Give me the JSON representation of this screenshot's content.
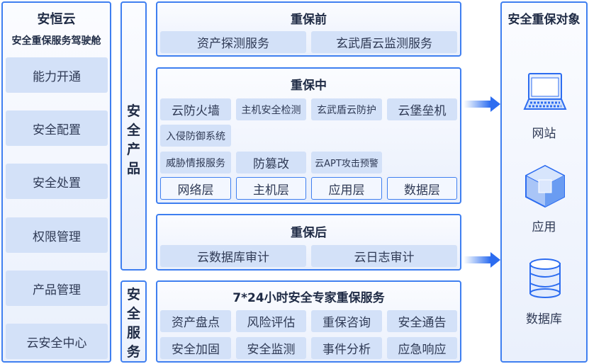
{
  "left": {
    "title": "安恒云",
    "subtitle": "安全重保服务驾驶舱",
    "items": [
      "能力开通",
      "安全配置",
      "安全处置",
      "权限管理",
      "产品管理",
      "云安全中心"
    ]
  },
  "columns": {
    "products": "安全产品",
    "services": "安全服务"
  },
  "before": {
    "title": "重保前",
    "items": [
      "资产探测服务",
      "玄武盾云监测服务"
    ]
  },
  "during": {
    "title": "重保中",
    "items": [
      "云防火墙",
      "主机安全检测",
      "玄武盾云防护",
      "云堡垒机",
      "入侵防御系统",
      "威胁情报服务",
      "防篡改",
      "云APT攻击预警"
    ],
    "layers": [
      "网络层",
      "主机层",
      "应用层",
      "数据层"
    ]
  },
  "after": {
    "title": "重保后",
    "items": [
      "云数据库审计",
      "云日志审计"
    ]
  },
  "expert": {
    "title": "7*24小时安全专家重保服务",
    "items": [
      "资产盘点",
      "风险评估",
      "重保咨询",
      "安全通告",
      "安全加固",
      "安全监测",
      "事件分析",
      "应急响应"
    ]
  },
  "targets": {
    "title": "安全重保对象",
    "items": [
      "网站",
      "应用",
      "数据库"
    ]
  },
  "colors": {
    "accent": "#3f7ff0",
    "chip": "#d3e1f8"
  }
}
